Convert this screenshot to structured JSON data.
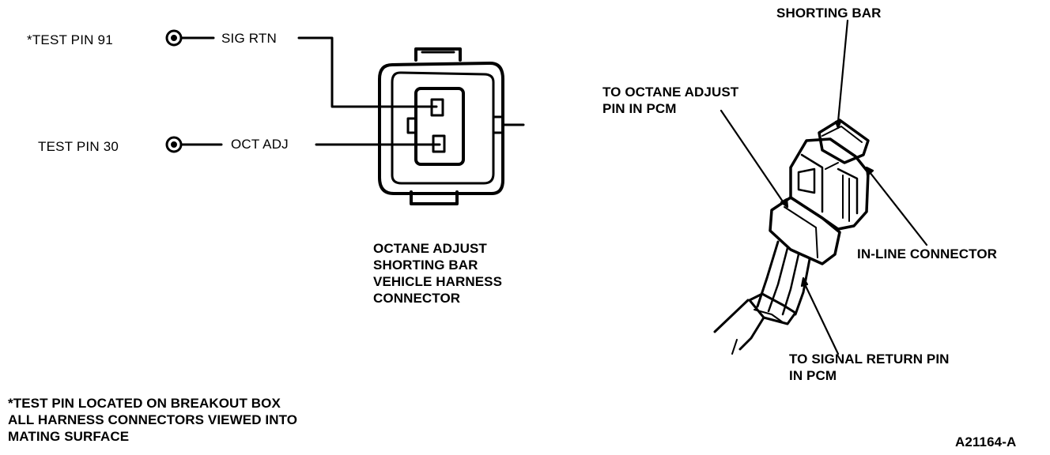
{
  "left_panel": {
    "test_pin_91": "*TEST PIN 91",
    "test_pin_30": "TEST PIN 30",
    "sig_rtn": "SIG RTN",
    "oct_adj": "OCT ADJ",
    "connector_caption": [
      "OCTANE ADJUST",
      "SHORTING BAR",
      "VEHICLE HARNESS",
      "CONNECTOR"
    ]
  },
  "right_panel": {
    "shorting_bar": "SHORTING BAR",
    "to_octane_adjust": [
      "TO OCTANE ADJUST",
      "PIN IN PCM"
    ],
    "in_line_connector": "IN-LINE CONNECTOR",
    "to_signal_return": [
      "TO SIGNAL RETURN PIN",
      "IN PCM"
    ]
  },
  "footnote": [
    "*TEST PIN LOCATED ON BREAKOUT BOX",
    "ALL HARNESS CONNECTORS VIEWED INTO",
    "MATING SURFACE"
  ],
  "figure_id": "A21164-A"
}
